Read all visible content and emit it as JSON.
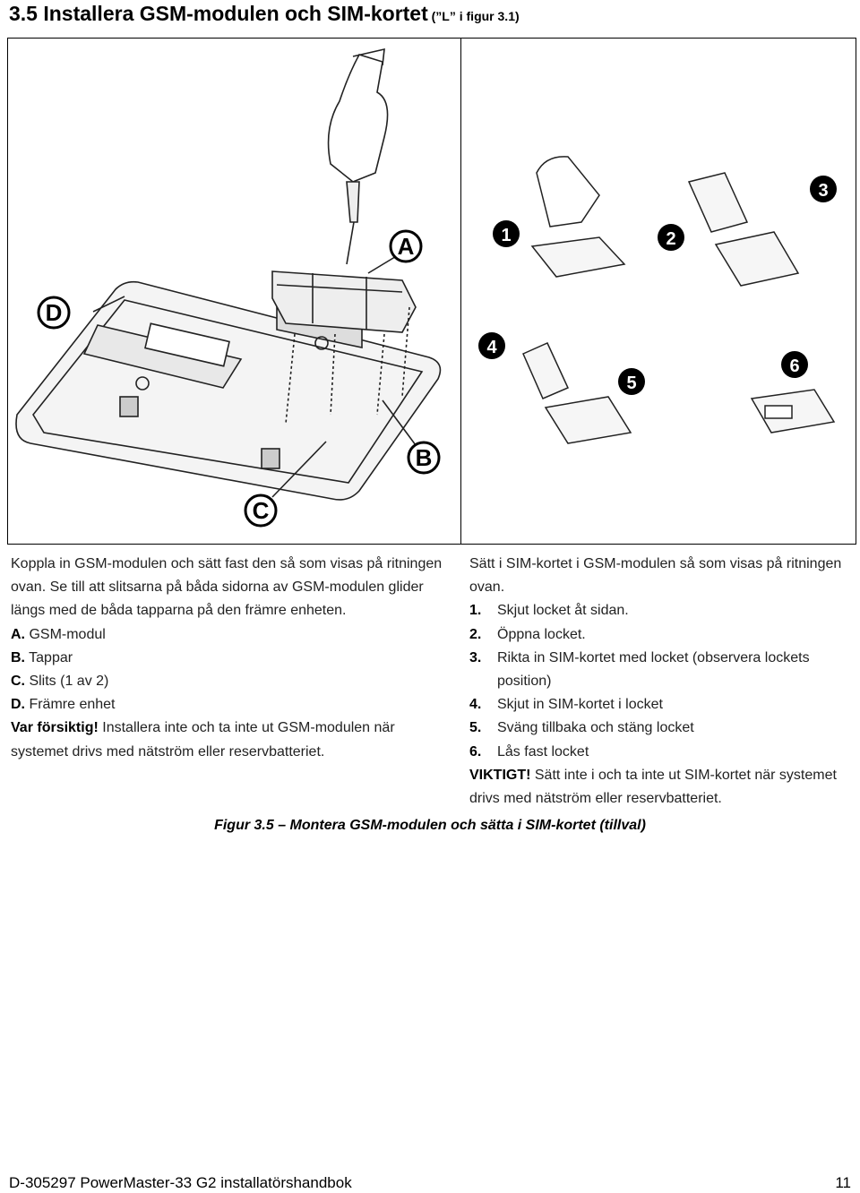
{
  "heading": {
    "title": "3.5 Installera GSM-modulen och SIM-kortet",
    "ref": " (”L” i figur 3.1)"
  },
  "figure": {
    "callouts_left": [
      "A",
      "B",
      "C",
      "D"
    ],
    "callouts_right": [
      "1",
      "2",
      "3",
      "4",
      "5",
      "6"
    ]
  },
  "left": {
    "intro": "Koppla in GSM-modulen och sätt fast den så som visas på ritningen ovan. Se till att slitsarna på båda sidorna av GSM-modulen glider längs med de båda tapparna på den främre enheten.",
    "items": [
      {
        "key": "A.",
        "text": "GSM-modul"
      },
      {
        "key": "B.",
        "text": "Tappar"
      },
      {
        "key": "C.",
        "text": "Slits (1 av 2)"
      },
      {
        "key": "D.",
        "text": "Främre enhet"
      }
    ],
    "warning_label": "Var försiktig!",
    "warning_text": " Installera inte och ta inte ut GSM-modulen när systemet drivs med nätström eller reservbatteriet."
  },
  "right": {
    "intro": "Sätt i SIM-kortet i GSM-modulen så som visas på ritningen ovan.",
    "steps": [
      {
        "num": "1.",
        "text": "Skjut locket åt sidan."
      },
      {
        "num": "2.",
        "text": "Öppna locket."
      },
      {
        "num": "3.",
        "text": "Rikta in SIM-kortet med locket (observera lockets position)"
      },
      {
        "num": "4.",
        "text": "Skjut in SIM-kortet i locket"
      },
      {
        "num": "5.",
        "text": "Sväng tillbaka och stäng locket"
      },
      {
        "num": "6.",
        "text": "Lås fast locket"
      }
    ],
    "important_label": "VIKTIGT!",
    "important_text": " Sätt inte i och ta inte ut SIM-kortet när systemet drivs med nätström eller reservbatteriet."
  },
  "caption": "Figur 3.5 – Montera GSM-modulen och sätta i SIM-kortet (tillval)",
  "footer": {
    "left": "D-305297 PowerMaster-33 G2 installatörshandbok",
    "right": "11"
  }
}
